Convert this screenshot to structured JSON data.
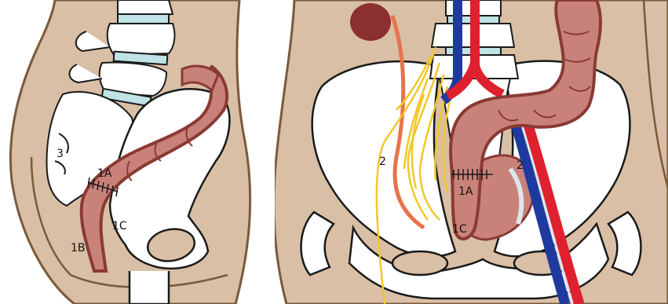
{
  "colors": {
    "skin": "#d9bfa5",
    "outline": "#7a5a3a",
    "bone": "#ffffff",
    "disc": "#bfe3e6",
    "colon": "#c98279",
    "colon_dark": "#8a3a34",
    "artery": "#e0202e",
    "vein": "#1f3a9e",
    "nerve": "#f2c72a",
    "ureter": "#e8734a",
    "bladder": "#8b2f2f"
  },
  "labels": {
    "left": {
      "l3": "3",
      "l1a": "1A",
      "l1c": "1C",
      "l1b": "1B"
    },
    "right": {
      "l2a": "2",
      "l2b": "2",
      "l1a": "1A",
      "l1c": "1C"
    }
  }
}
